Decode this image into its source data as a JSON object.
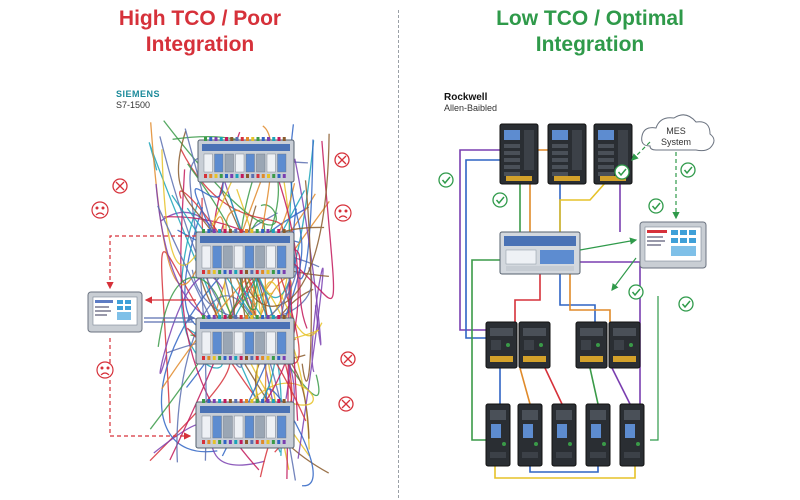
{
  "left_panel": {
    "title_line1": "High TCO / Poor",
    "title_line2": "Integration",
    "brand": "SIEMENS",
    "model": "S7-1500"
  },
  "right_panel": {
    "title_line1": "Low TCO / Optimal",
    "title_line2": "Integration",
    "brand": "Rockwell",
    "model": "Allen-Baibled",
    "cloud_line1": "MES",
    "cloud_line2": "System"
  },
  "colors": {
    "bad": "#d6313a",
    "good": "#2f9a4a",
    "device_blue": "#4a72b5",
    "module_dark": "#2a2e33"
  },
  "icons": [
    "x-circle-icon",
    "sad-face-icon",
    "check-circle-icon",
    "cloud-icon"
  ]
}
